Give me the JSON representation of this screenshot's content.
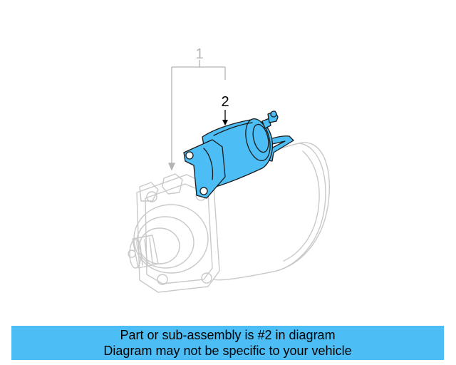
{
  "diagram": {
    "callout_assembly": "1",
    "callout_part": "2",
    "highlight_color": "#4cbef5",
    "ghost_line_color": "#c8c8c8"
  },
  "banner": {
    "line1": "Part or sub-assembly is #2 in diagram",
    "line2": "Diagram may not be specific to your vehicle",
    "background": "#4cbef5"
  }
}
